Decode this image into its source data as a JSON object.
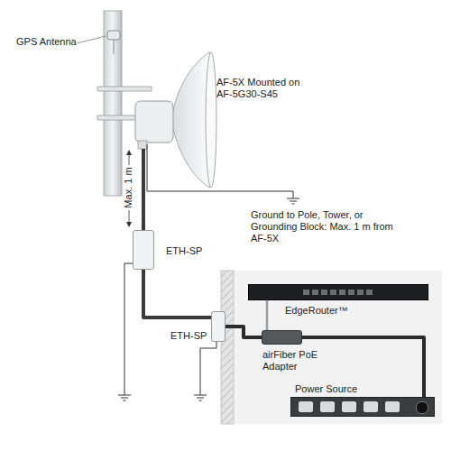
{
  "diagram": {
    "nodes": [
      {
        "text": [
          "AF-5X Mounted on AF-5G30-S45"
        ]
      },
      {
        "text": [
          "ETH-SP"
        ]
      },
      {
        "text": [
          "ETH-SP"
        ]
      },
      {
        "text": [
          "EdgeRouter™"
        ]
      },
      {
        "text": [
          "airFiber PoE Adapter"
        ]
      },
      {
        "text": [
          "Power Source"
        ]
      }
    ],
    "edges": [
      {
        "from": 0,
        "to": 1,
        "arrow": "none"
      },
      {
        "from": 1,
        "to": 2,
        "arrow": "none"
      },
      {
        "from": 2,
        "to": 4,
        "arrow": "none"
      },
      {
        "from": 4,
        "to": 3,
        "arrow": "none"
      },
      {
        "from": 4,
        "to": 5,
        "arrow": "none"
      }
    ],
    "labels": [
      "GPS Antenna",
      "Max. 1 m",
      "Ground to Pole, Tower, or Grounding Block: Max. 1 m from AF-5X"
    ]
  }
}
